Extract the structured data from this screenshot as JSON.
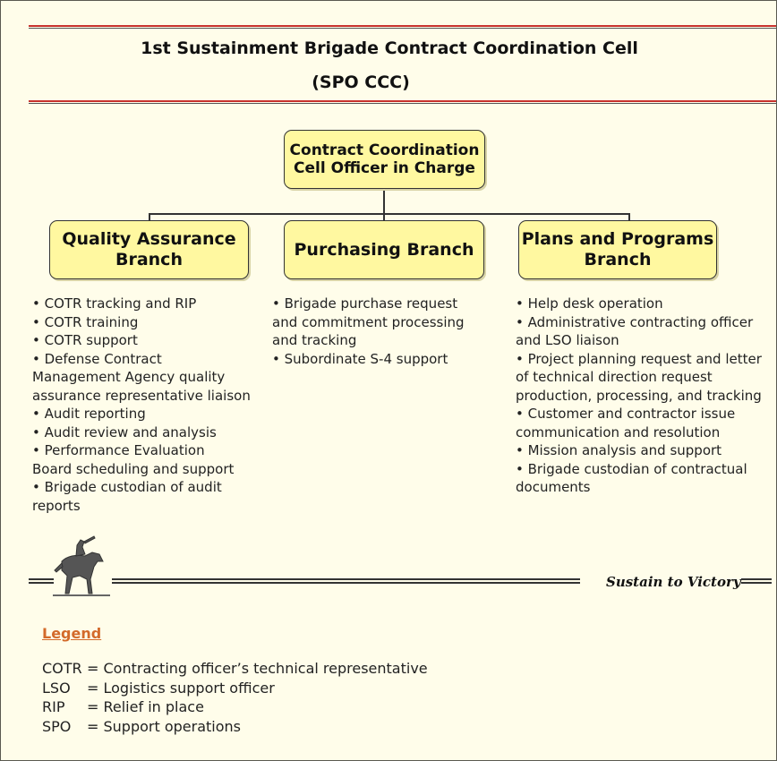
{
  "header": {
    "title": "1st Sustainment Brigade Contract Coordination Cell",
    "subtitle": "(SPO CCC)"
  },
  "org_chart": {
    "top": {
      "line1": "Contract Coordination",
      "line2": "Cell Officer in Charge"
    },
    "branches": [
      {
        "line1": "Quality Assurance",
        "line2": "Branch"
      },
      {
        "line1": "Purchasing Branch"
      },
      {
        "line1": "Plans and Programs",
        "line2": "Branch"
      }
    ]
  },
  "columns": {
    "qa": [
      "• COTR tracking and RIP",
      "• COTR training",
      "• COTR support",
      "• Defense Contract",
      "Management Agency quality",
      "assurance representative liaison",
      "• Audit reporting",
      "• Audit review and analysis",
      "• Performance Evaluation",
      "Board scheduling and support",
      "• Brigade custodian of audit",
      "reports"
    ],
    "purchasing": [
      "• Brigade purchase request",
      "and commitment processing",
      "and tracking",
      "• Subordinate S-4 support"
    ],
    "plans": [
      "• Help desk operation",
      "• Administrative contracting officer",
      "and LSO liaison",
      "• Project planning request and letter",
      "of technical direction request",
      "production, processing, and tracking",
      "• Customer and contractor issue",
      "communication and resolution",
      "• Mission analysis and support",
      "• Brigade custodian of contractual",
      "documents"
    ]
  },
  "footer": {
    "motto": "Sustain to Victory"
  },
  "legend": {
    "title": "Legend",
    "entries": [
      {
        "abbr": "COTR",
        "def": "= Contracting officer’s technical representative"
      },
      {
        "abbr": "LSO",
        "def": "= Logistics support officer"
      },
      {
        "abbr": "RIP",
        "def": "= Relief in place"
      },
      {
        "abbr": "SPO",
        "def": "= Support operations"
      }
    ]
  },
  "colors": {
    "accent_red": "#c8322e",
    "box_fill": "#fff8a0",
    "legend_orange": "#d36a2a",
    "background": "#fffdea"
  }
}
